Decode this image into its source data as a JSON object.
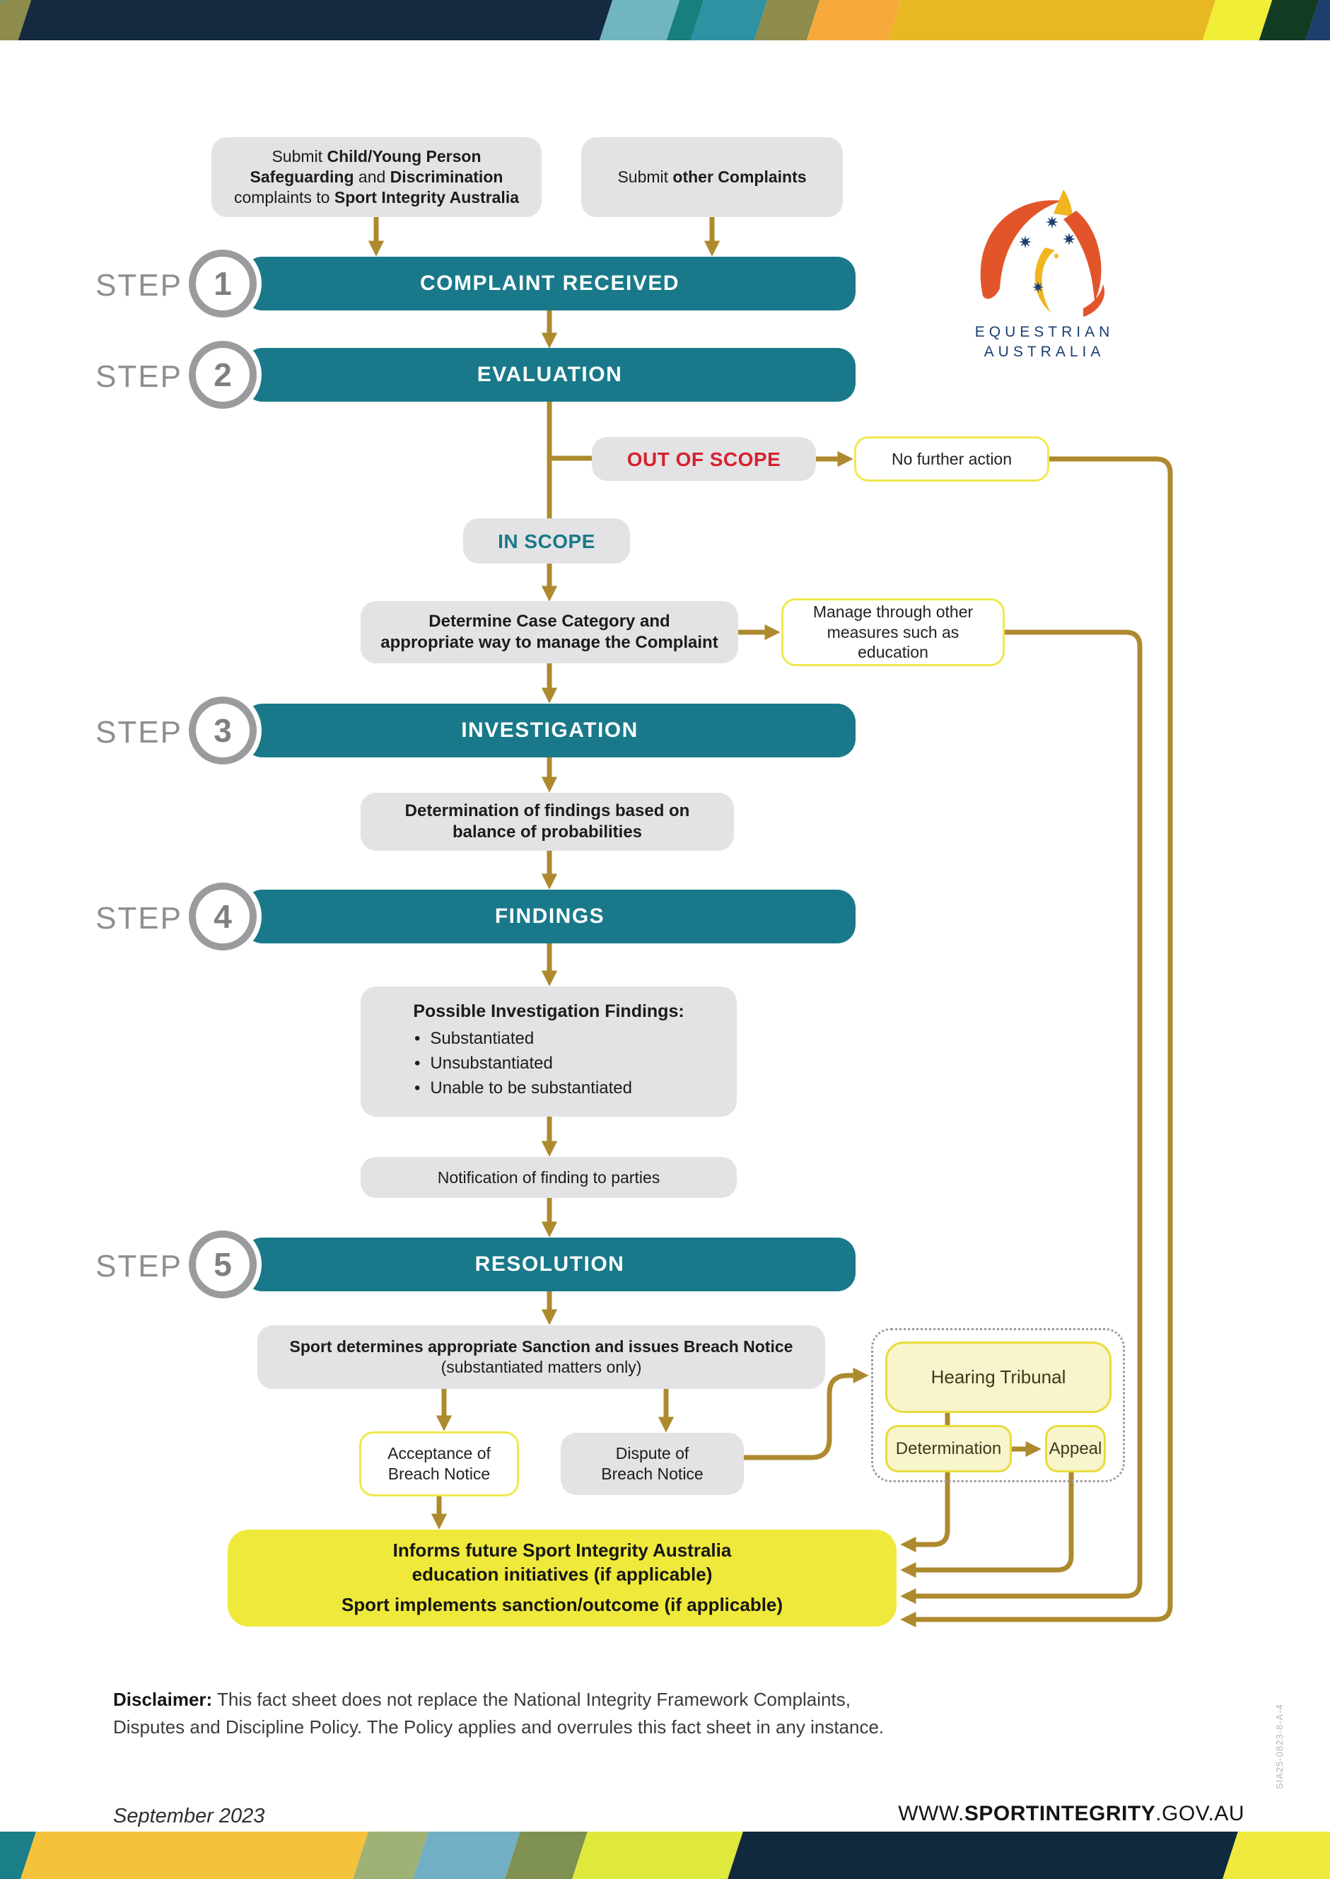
{
  "top_boxes": {
    "child": {
      "t1": "Submit ",
      "b1": "Child/Young Person Safeguarding",
      "t2": " and ",
      "b2": "Discrimination",
      "t3": " complaints to ",
      "b3": "Sport Integrity Australia"
    },
    "other": {
      "t1": "Submit ",
      "b1": "other Complaints"
    }
  },
  "steps": [
    {
      "label": "STEP",
      "num": "1",
      "banner": "COMPLAINT RECEIVED"
    },
    {
      "label": "STEP",
      "num": "2",
      "banner": "EVALUATION"
    },
    {
      "label": "STEP",
      "num": "3",
      "banner": "INVESTIGATION"
    },
    {
      "label": "STEP",
      "num": "4",
      "banner": "FINDINGS"
    },
    {
      "label": "STEP",
      "num": "5",
      "banner": "RESOLUTION"
    }
  ],
  "flow": {
    "out_of_scope": "OUT OF SCOPE",
    "no_further_action": "No further action",
    "in_scope": "IN SCOPE",
    "determine": "Determine Case Category and appropriate way to manage the Complaint",
    "manage": "Manage through other measures such as education",
    "determination_findings": "Determination of findings based on balance of probabilities",
    "possible_findings_title": "Possible Investigation Findings:",
    "possible_findings": [
      "Substantiated",
      "Unsubstantiated",
      "Unable to be substantiated"
    ],
    "notification": "Notification of finding to parties",
    "sport_determines_line1": "Sport determines appropriate Sanction and issues Breach Notice",
    "sport_determines_line2": "(substantiated matters only)",
    "acceptance": "Acceptance of Breach Notice",
    "dispute": "Dispute of Breach Notice",
    "hearing_tribunal": "Hearing Tribunal",
    "determination": "Determination",
    "appeal": "Appeal",
    "outcome_line1": "Informs future Sport Integrity Australia",
    "outcome_line2": "education initiatives (if applicable)",
    "outcome_line3": "Sport implements sanction/outcome (if applicable)"
  },
  "disclaimer": {
    "label": "Disclaimer:",
    "line1": "This fact sheet does not replace the National Integrity Framework Complaints,",
    "line2": "Disputes and Discipline Policy. The Policy applies and overrules this fact sheet in any instance."
  },
  "footer": {
    "date": "September 2023",
    "url_www": "WWW.",
    "url_bold": "SPORTINTEGRITY",
    "url_suffix": ".GOV.AU"
  },
  "logo": {
    "line1": "EQUESTRIAN",
    "line2": "AUSTRALIA"
  },
  "doc_code": "SIA25-0823-8-A-4",
  "colors": {
    "teal_banner": "#19798A",
    "gold_line": "#AE8A2E",
    "grey_box": "#E3E3E5",
    "red": "#D6212F",
    "yellow_bright": "#EFE93B",
    "yellow_light": "#F8F4CB",
    "yellow_border": "#EFE94E",
    "navy": "#132A40"
  }
}
